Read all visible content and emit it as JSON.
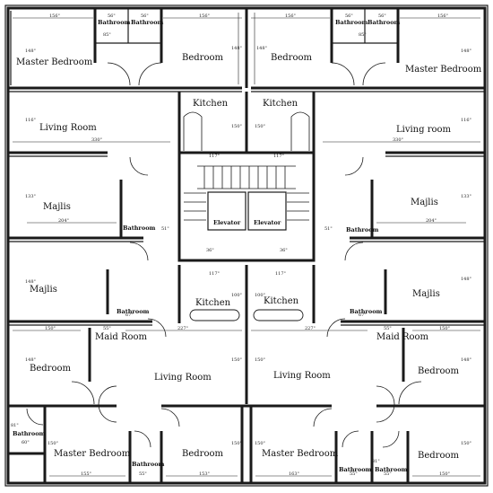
{
  "rooms": [
    {
      "label": "Master Bedroom",
      "small": false
    },
    {
      "label": "Bathroom",
      "small": true
    },
    {
      "label": "Bathroom",
      "small": true
    },
    {
      "label": "Bedroom",
      "small": false
    },
    {
      "label": "Bedroom",
      "small": false
    },
    {
      "label": "Bathroom",
      "small": true
    },
    {
      "label": "Bathroom",
      "small": true
    },
    {
      "label": "Master Bedroom",
      "small": false
    },
    {
      "label": "Kitchen",
      "small": false
    },
    {
      "label": "Kitchen",
      "small": false
    },
    {
      "label": "Living Room",
      "small": false
    },
    {
      "label": "Living room",
      "small": false
    },
    {
      "label": "Majlis",
      "small": false
    },
    {
      "label": "Bathroom",
      "small": true
    },
    {
      "label": "Elevator",
      "small": true
    },
    {
      "label": "Elevator",
      "small": true
    },
    {
      "label": "Bathroom",
      "small": true
    },
    {
      "label": "Majlis",
      "small": false
    },
    {
      "label": "Majlis",
      "small": false
    },
    {
      "label": "Kitchen",
      "small": false
    },
    {
      "label": "Kitchen",
      "small": false
    },
    {
      "label": "Bathroom",
      "small": true
    },
    {
      "label": "Bathroom",
      "small": true
    },
    {
      "label": "Majlis",
      "small": false
    },
    {
      "label": "Maid Room",
      "small": false
    },
    {
      "label": "Maid Room",
      "small": false
    },
    {
      "label": "Bedroom",
      "small": false
    },
    {
      "label": "Living Room",
      "small": false
    },
    {
      "label": "Living Room",
      "small": false
    },
    {
      "label": "Bedroom",
      "small": false
    },
    {
      "label": "Bathroom",
      "small": true
    },
    {
      "label": "Master Bedroom",
      "small": false
    },
    {
      "label": "Bathroom",
      "small": true
    },
    {
      "label": "Bedroom",
      "small": false
    },
    {
      "label": "Master Bedroom",
      "small": false
    },
    {
      "label": "Bathroom",
      "small": true
    },
    {
      "label": "Bathroom",
      "small": true
    },
    {
      "label": "Bedroom",
      "small": false
    }
  ],
  "dimensions": [
    {
      "text": "156\""
    },
    {
      "text": "56\""
    },
    {
      "text": "56\""
    },
    {
      "text": "156\""
    },
    {
      "text": "156\""
    },
    {
      "text": "56\""
    },
    {
      "text": "56\""
    },
    {
      "text": "156\""
    },
    {
      "text": "148\""
    },
    {
      "text": "85\""
    },
    {
      "text": "148\""
    },
    {
      "text": "148\""
    },
    {
      "text": "85\""
    },
    {
      "text": "148\""
    },
    {
      "text": "330\""
    },
    {
      "text": "330\""
    },
    {
      "text": "116\""
    },
    {
      "text": "116\""
    },
    {
      "text": "117\""
    },
    {
      "text": "117\""
    },
    {
      "text": "150\""
    },
    {
      "text": "150\""
    },
    {
      "text": "133\""
    },
    {
      "text": "133\""
    },
    {
      "text": "204\""
    },
    {
      "text": "204\""
    },
    {
      "text": "51\""
    },
    {
      "text": "51\""
    },
    {
      "text": "36\""
    },
    {
      "text": "36\""
    },
    {
      "text": "117\""
    },
    {
      "text": "117\""
    },
    {
      "text": "100\""
    },
    {
      "text": "100\""
    },
    {
      "text": "148\""
    },
    {
      "text": "148\""
    },
    {
      "text": "67\""
    },
    {
      "text": "67\""
    },
    {
      "text": "150\""
    },
    {
      "text": "55\""
    },
    {
      "text": "227\""
    },
    {
      "text": "227\""
    },
    {
      "text": "55\""
    },
    {
      "text": "150\""
    },
    {
      "text": "148\""
    },
    {
      "text": "150\""
    },
    {
      "text": "150\""
    },
    {
      "text": "148\""
    },
    {
      "text": "81\""
    },
    {
      "text": "60\""
    },
    {
      "text": "150\""
    },
    {
      "text": "150\""
    },
    {
      "text": "150\""
    },
    {
      "text": "150\""
    },
    {
      "text": "155\""
    },
    {
      "text": "55\""
    },
    {
      "text": "153\""
    },
    {
      "text": "163\""
    },
    {
      "text": "55\""
    },
    {
      "text": "55\""
    },
    {
      "text": "150\""
    },
    {
      "text": "81\""
    }
  ]
}
